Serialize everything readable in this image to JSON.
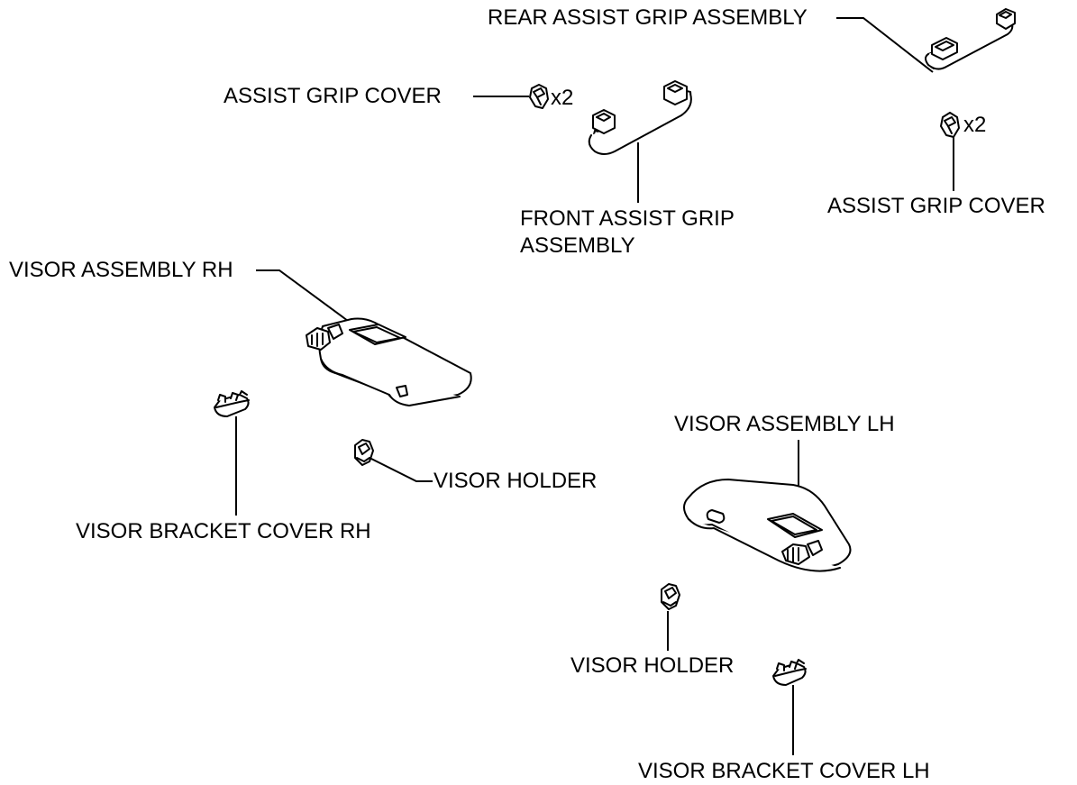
{
  "labels": {
    "rear_assist_grip_assembly": "REAR ASSIST GRIP ASSEMBLY",
    "assist_grip_cover_left": "ASSIST GRIP COVER",
    "assist_grip_cover_left_qty": "x2",
    "front_assist_grip_assembly_line1": "FRONT ASSIST GRIP",
    "front_assist_grip_assembly_line2": "ASSEMBLY",
    "assist_grip_cover_right": "ASSIST GRIP COVER",
    "assist_grip_cover_right_qty": "x2",
    "visor_assembly_rh": "VISOR ASSEMBLY RH",
    "visor_bracket_cover_rh": "VISOR BRACKET COVER RH",
    "visor_holder_right_side": "VISOR HOLDER",
    "visor_assembly_lh": "VISOR ASSEMBLY LH",
    "visor_holder_left_side": "VISOR HOLDER",
    "visor_bracket_cover_lh": "VISOR BRACKET COVER LH"
  },
  "colors": {
    "line": "#000000",
    "background": "#ffffff"
  }
}
